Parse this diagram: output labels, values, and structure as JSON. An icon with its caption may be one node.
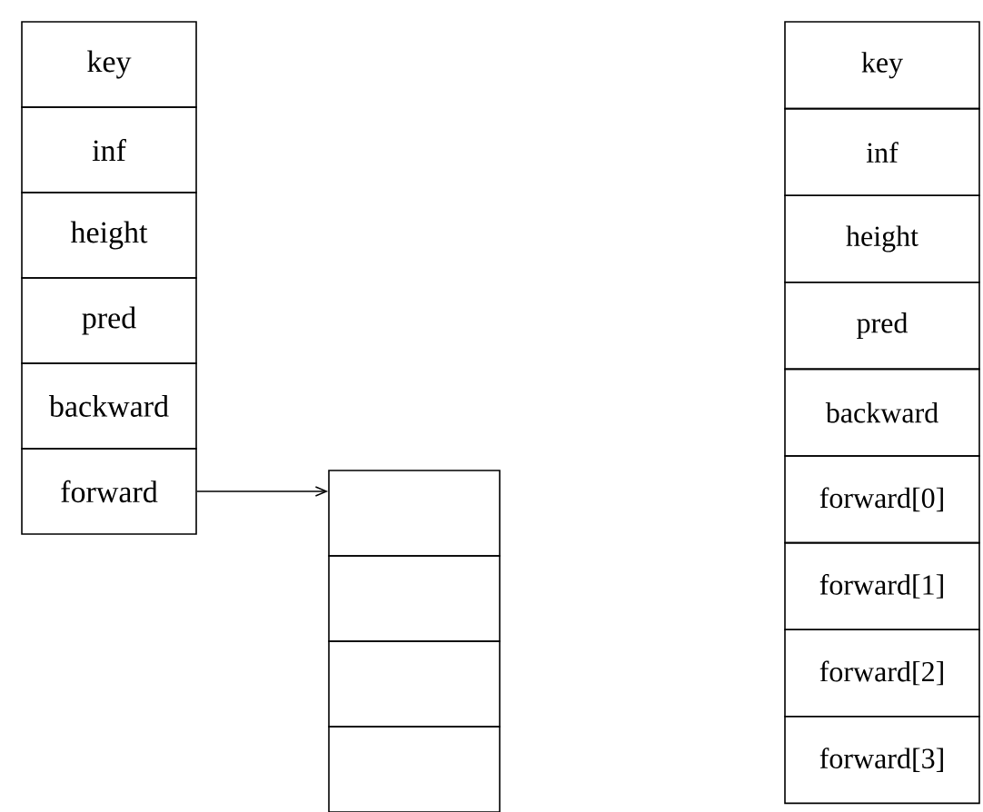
{
  "diagram": {
    "nodes": [
      {
        "text": [
          "key"
        ]
      },
      {
        "text": [
          "inf"
        ]
      },
      {
        "text": [
          "height"
        ]
      },
      {
        "text": [
          "pred"
        ]
      },
      {
        "text": [
          "backward"
        ]
      },
      {
        "text": [
          "forward"
        ]
      },
      {
        "text": [],
        "shape": "box"
      },
      {
        "text": [],
        "shape": "box"
      },
      {
        "text": [],
        "shape": "box"
      },
      {
        "text": [],
        "shape": "box"
      },
      {
        "text": [
          "key"
        ]
      },
      {
        "text": [
          "inf"
        ]
      },
      {
        "text": [
          "height"
        ]
      },
      {
        "text": [
          "pred"
        ]
      },
      {
        "text": [
          "backward"
        ]
      },
      {
        "text": [
          "forward[0]"
        ]
      },
      {
        "text": [
          "forward[1]"
        ]
      },
      {
        "text": [
          "forward[2]"
        ]
      },
      {
        "text": [
          "forward[3]"
        ]
      }
    ],
    "edges": [
      {
        "from": 5,
        "to": 6,
        "arrow": "to"
      }
    ]
  }
}
